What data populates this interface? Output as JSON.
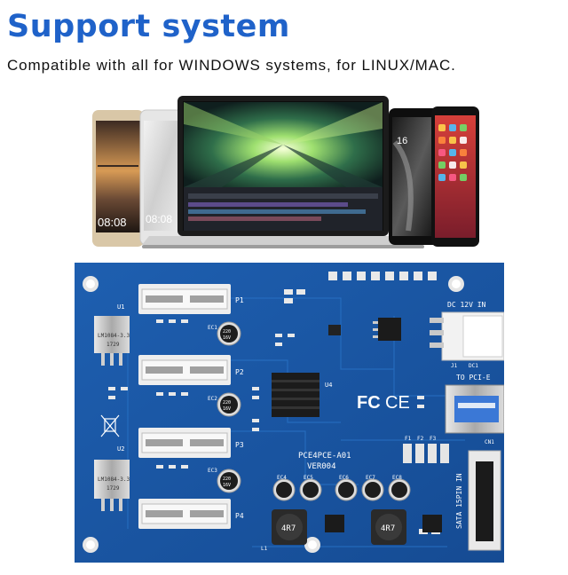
{
  "header": {
    "title": "Support system",
    "subtitle": "Compatible with all for WINDOWS systems, for LINUX/MAC."
  },
  "devices": {
    "phone1_time": "08:08",
    "phone2_time": "08:08",
    "phone3_time": "16"
  },
  "board": {
    "model": "PCE4PCE-A01",
    "version": "VER004",
    "dc_label": "DC 12V IN",
    "pcie_label": "TO PCI-E",
    "sata_label": "SATA 15PIN IN",
    "cert_fc": "FC",
    "cert_ce": "CE",
    "slot_labels": [
      "P1",
      "P2",
      "P3",
      "P4"
    ],
    "reg_part": "LM1084-3.3",
    "reg_code": "1729",
    "cap_value": "220",
    "cap_voltage": "16V",
    "inductor_value": "4R7",
    "ref_u1": "U1",
    "ref_u2": "U2",
    "ref_u4": "U4",
    "ref_l1": "L1",
    "ref_cn1": "CN1",
    "ref_j1": "J1",
    "ref_dc1": "DC1",
    "fuse_labels": [
      "F1",
      "F2",
      "F3"
    ],
    "cap_refs": [
      "EC1",
      "EC2",
      "EC3",
      "EC4",
      "EC5",
      "EC6",
      "EC7",
      "EC8"
    ]
  }
}
